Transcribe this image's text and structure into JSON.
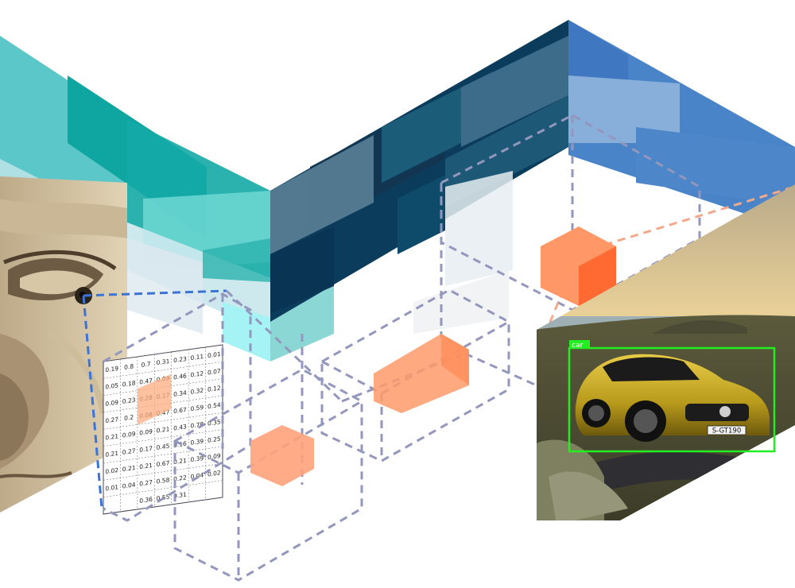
{
  "detection": {
    "label": "car",
    "plate": "S-GT190"
  },
  "grid_values": [
    [
      "0.19",
      "0.8",
      "0.7",
      "0.31",
      "0.23",
      "0.11",
      "0.01"
    ],
    [
      "0.05",
      "0.18",
      "0.47",
      "0.09",
      "0.46",
      "0.12",
      "0.07"
    ],
    [
      "0.09",
      "0.23",
      "0.28",
      "0.17",
      "0.34",
      "0.32",
      "0.12"
    ],
    [
      "0.27",
      "0.2",
      "0.08",
      "0.47",
      "0.67",
      "0.59",
      "0.54"
    ],
    [
      "0.21",
      "0.09",
      "0.09",
      "0.21",
      "0.43",
      "0.78",
      "0.35"
    ],
    [
      "0.21",
      "0.27",
      "0.17",
      "0.45",
      "0.16",
      "0.39",
      "0.25"
    ],
    [
      "0.02",
      "0.21",
      "0.21",
      "0.67",
      "0.21",
      "0.39",
      "0.09"
    ],
    [
      "0.01",
      "0.04",
      "0.27",
      "0.58",
      "0.22",
      "0.04",
      "0.02"
    ],
    [
      "",
      "",
      "0.36",
      "0.55",
      "0.31",
      "",
      ""
    ]
  ],
  "colors": {
    "teal": "#12a9a4",
    "teal_light": "#5fd4cf",
    "navy": "#0b3c5c",
    "blue": "#3a7ac4",
    "orange": "#ff9966",
    "box_green": "#22ee22",
    "dash": "#8f93b8"
  }
}
